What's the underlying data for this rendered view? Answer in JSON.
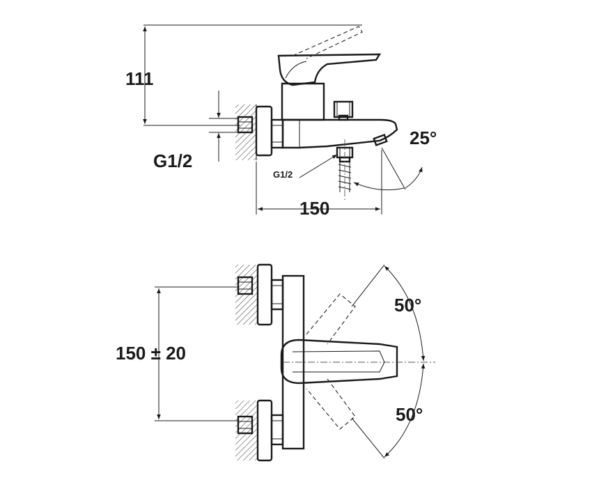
{
  "side_view": {
    "height_dim": "111",
    "thread_label_main": "G1/2",
    "thread_label_outlet": "G1/2",
    "angle_spout": "25°",
    "width_dim": "150"
  },
  "top_view": {
    "spacing_dim": "150 ± 20",
    "angle_up": "50°",
    "angle_down": "50°"
  }
}
